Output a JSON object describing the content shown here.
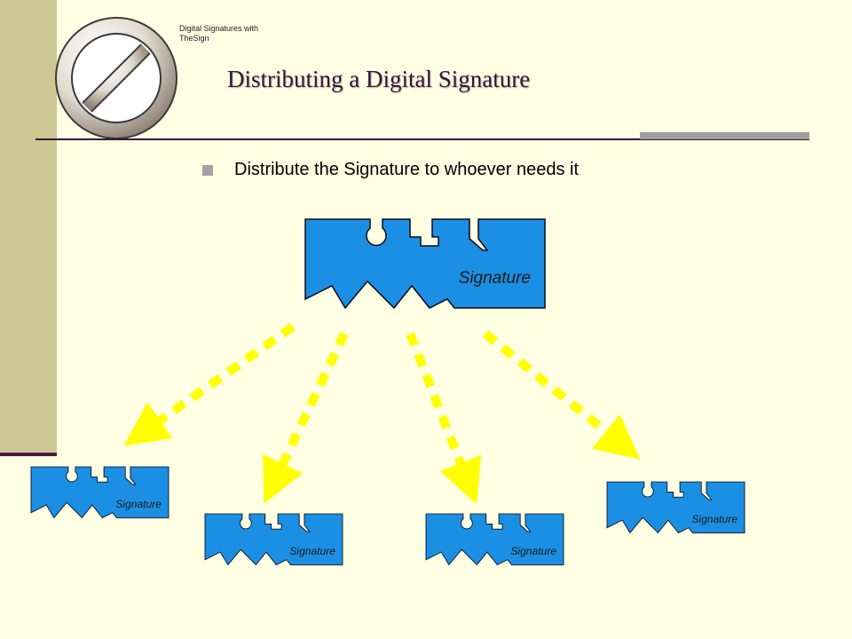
{
  "slide": {
    "brand": "Digital Signatures with TheSign",
    "title": "Distributing a Digital Signature",
    "bullets": [
      "Distribute the Signature to whoever needs it"
    ]
  },
  "diagram": {
    "source": {
      "label": "Signature"
    },
    "copies": [
      {
        "label": "Signature"
      },
      {
        "label": "Signature"
      },
      {
        "label": "Signature"
      },
      {
        "label": "Signature"
      }
    ]
  },
  "colors": {
    "background": "#FFFFE4",
    "sidebar": "#CDC893",
    "title": "#3A1437",
    "signature_fill": "#1B8FE3",
    "arrow": "#FFFF00"
  },
  "icons": {
    "logo": "prohibition-sign-icon",
    "bullet": "square-bullet-icon"
  }
}
